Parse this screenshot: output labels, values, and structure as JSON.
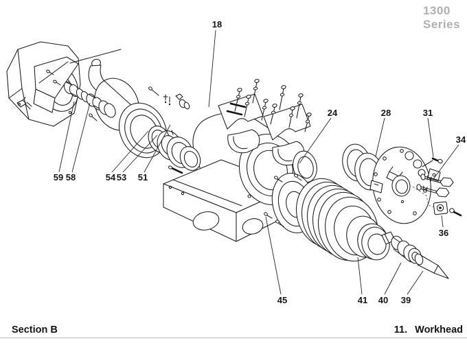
{
  "header": {
    "series_line1": "1300",
    "series_line2": "Series"
  },
  "footer": {
    "section_label": "Section B",
    "item_number": "11.",
    "item_title": "Workhead"
  },
  "diagram": {
    "figure_type": "exploded-parts-diagram",
    "callouts": [
      {
        "label": "18"
      },
      {
        "label": "59"
      },
      {
        "label": "58"
      },
      {
        "label": "54"
      },
      {
        "label": "53"
      },
      {
        "label": "51"
      },
      {
        "label": "24"
      },
      {
        "label": "28"
      },
      {
        "label": "31"
      },
      {
        "label": "34"
      },
      {
        "label": "36"
      },
      {
        "label": "45"
      },
      {
        "label": "41"
      },
      {
        "label": "40"
      },
      {
        "label": "39"
      }
    ],
    "colors": {
      "ink": "#1a1a1a",
      "muted_text": "#b0b0b0",
      "rule": "#bdbdbd"
    }
  }
}
